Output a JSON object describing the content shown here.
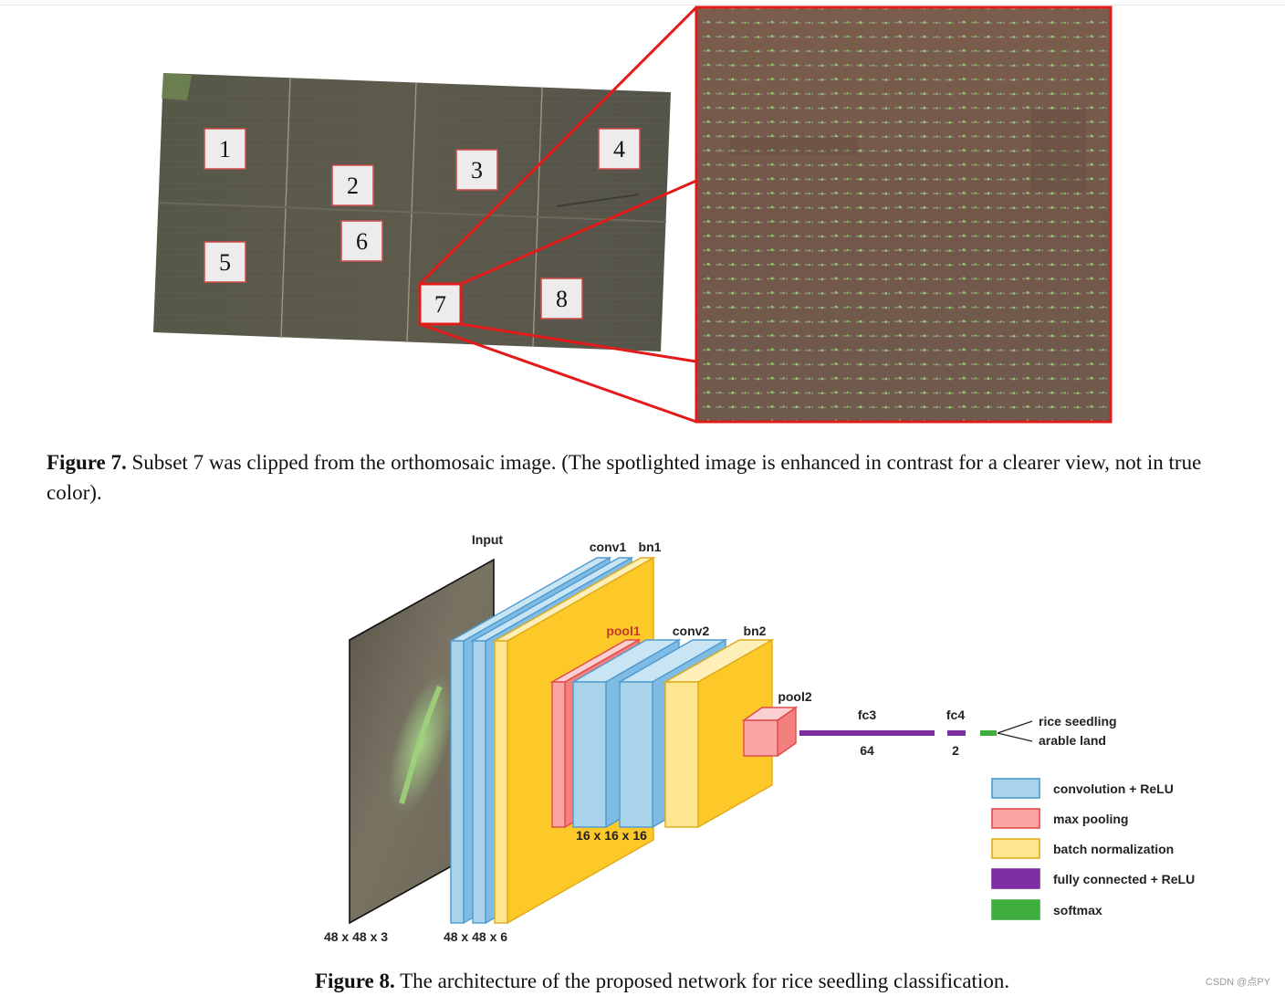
{
  "figure7": {
    "plot_labels": [
      "1",
      "2",
      "3",
      "4",
      "5",
      "6",
      "7",
      "8"
    ],
    "caption_label": "Figure 7.",
    "caption_text": " Subset 7 was clipped from the orthomosaic image. (The spotlighted image is enhanced in contrast for a clearer view, not in true color).",
    "colors": {
      "highlight": "#e21a1a",
      "field": "#59574a",
      "soil": "#7a5b4b",
      "seedling": "#7fbf5a"
    }
  },
  "figure8": {
    "layer_labels": {
      "input": "Input",
      "conv1": "conv1",
      "bn1": "bn1",
      "pool1": "pool1",
      "conv2": "conv2",
      "bn2": "bn2",
      "pool2": "pool2",
      "fc3": "fc3",
      "fc4": "fc4"
    },
    "dims": {
      "input": "48 x 48 x 3",
      "conv1": "48 x 48 x 6",
      "pool1": "16 x 16 x 16",
      "fc3": "64",
      "fc4": "2"
    },
    "outputs": [
      "rice seedling",
      "arable land"
    ],
    "legend": [
      {
        "label": "convolution + ReLU",
        "color": "#a9d3ea",
        "border": "#4e9bd1"
      },
      {
        "label": "max pooling",
        "color": "#f9a5a5",
        "border": "#e04a4a"
      },
      {
        "label": "batch normalization",
        "color": "#fde68f",
        "border": "#e0a91a"
      },
      {
        "label": "fully connected + ReLU",
        "color": "#7d2ea0",
        "border": "#7d2ea0"
      },
      {
        "label": "softmax",
        "color": "#3fae3f",
        "border": "#3fae3f"
      }
    ],
    "caption_label": "Figure 8.",
    "caption_text": " The architecture of the proposed network for rice seedling classification."
  },
  "watermark": "CSDN @点PY"
}
